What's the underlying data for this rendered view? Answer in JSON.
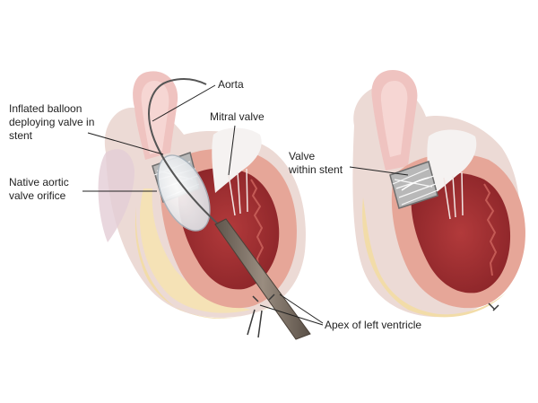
{
  "labels": {
    "aorta": "Aorta",
    "mitral_valve": "Mitral valve",
    "balloon": [
      "Inflated balloon",
      "deploying valve in",
      "stent"
    ],
    "native_orifice": [
      "Native aortic",
      "valve orifice"
    ],
    "valve_within_stent": [
      "Valve",
      "within stent"
    ],
    "apex": "Apex of left ventricle"
  },
  "colors": {
    "outer_tissue": "#eddbd6",
    "fat_yellow": "#f3deaa",
    "myocardium_pink": "#e8a79a",
    "cavity_dark": "#9c2c30",
    "aorta_pink": "#efc1bf",
    "stent": "#a9a9a9",
    "catheter": "#7d6f63",
    "leader_line": "#222222"
  }
}
